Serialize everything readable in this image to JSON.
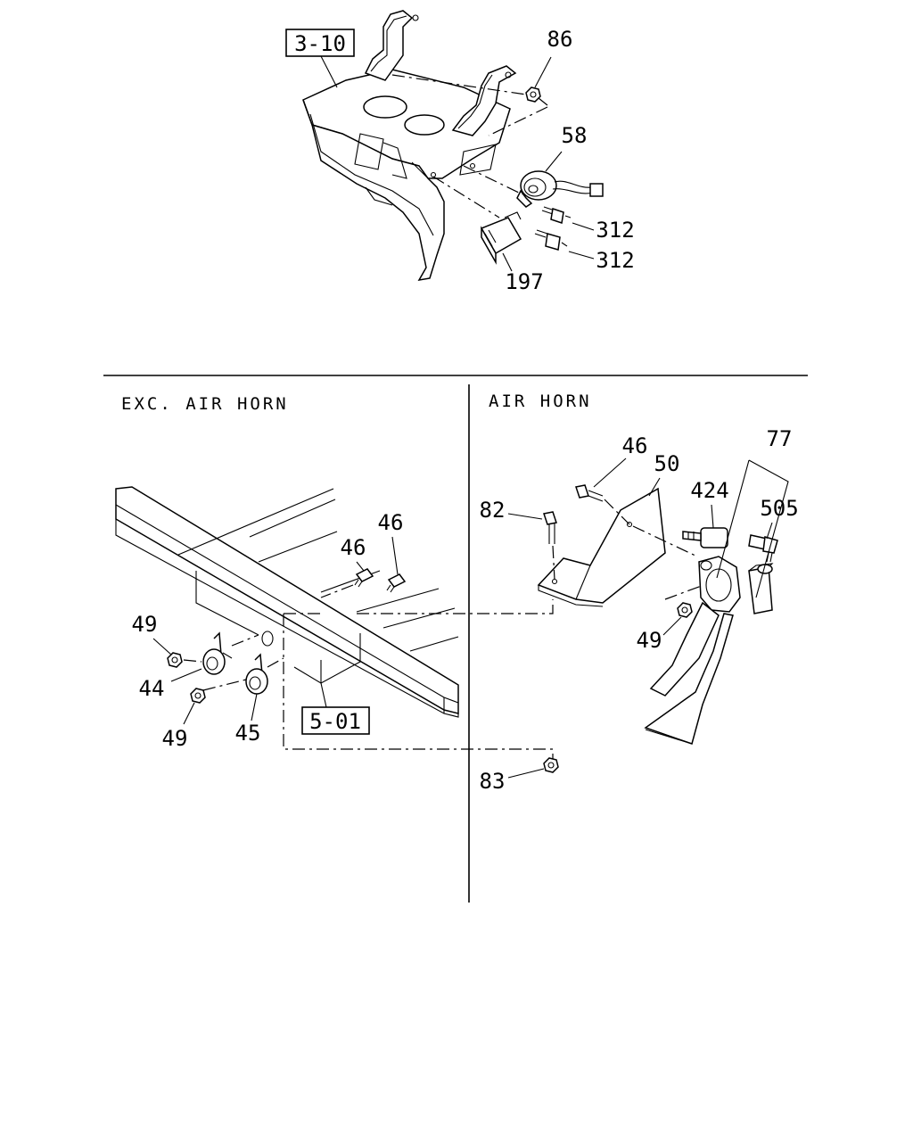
{
  "sections": {
    "left_title": "EXC. AIR HORN",
    "right_title": "AIR HORN"
  },
  "refs": {
    "top_assembly": "3-10",
    "frame": "5-01"
  },
  "callouts": {
    "nut_top": "86",
    "horn_top": "58",
    "bolt_a": "312",
    "bolt_b": "312",
    "relay": "197",
    "bolt_left_a": "46",
    "bolt_left_b": "46",
    "nut_left_a": "49",
    "horn_low": "44",
    "nut_left_b": "49",
    "horn_high": "45",
    "bolt_right": "46",
    "bracket": "50",
    "bolt_bracket": "82",
    "air_horn_assy": "77",
    "fitting_a": "424",
    "fitting_b": "505",
    "nut_right": "49",
    "nut_bottom": "83"
  }
}
